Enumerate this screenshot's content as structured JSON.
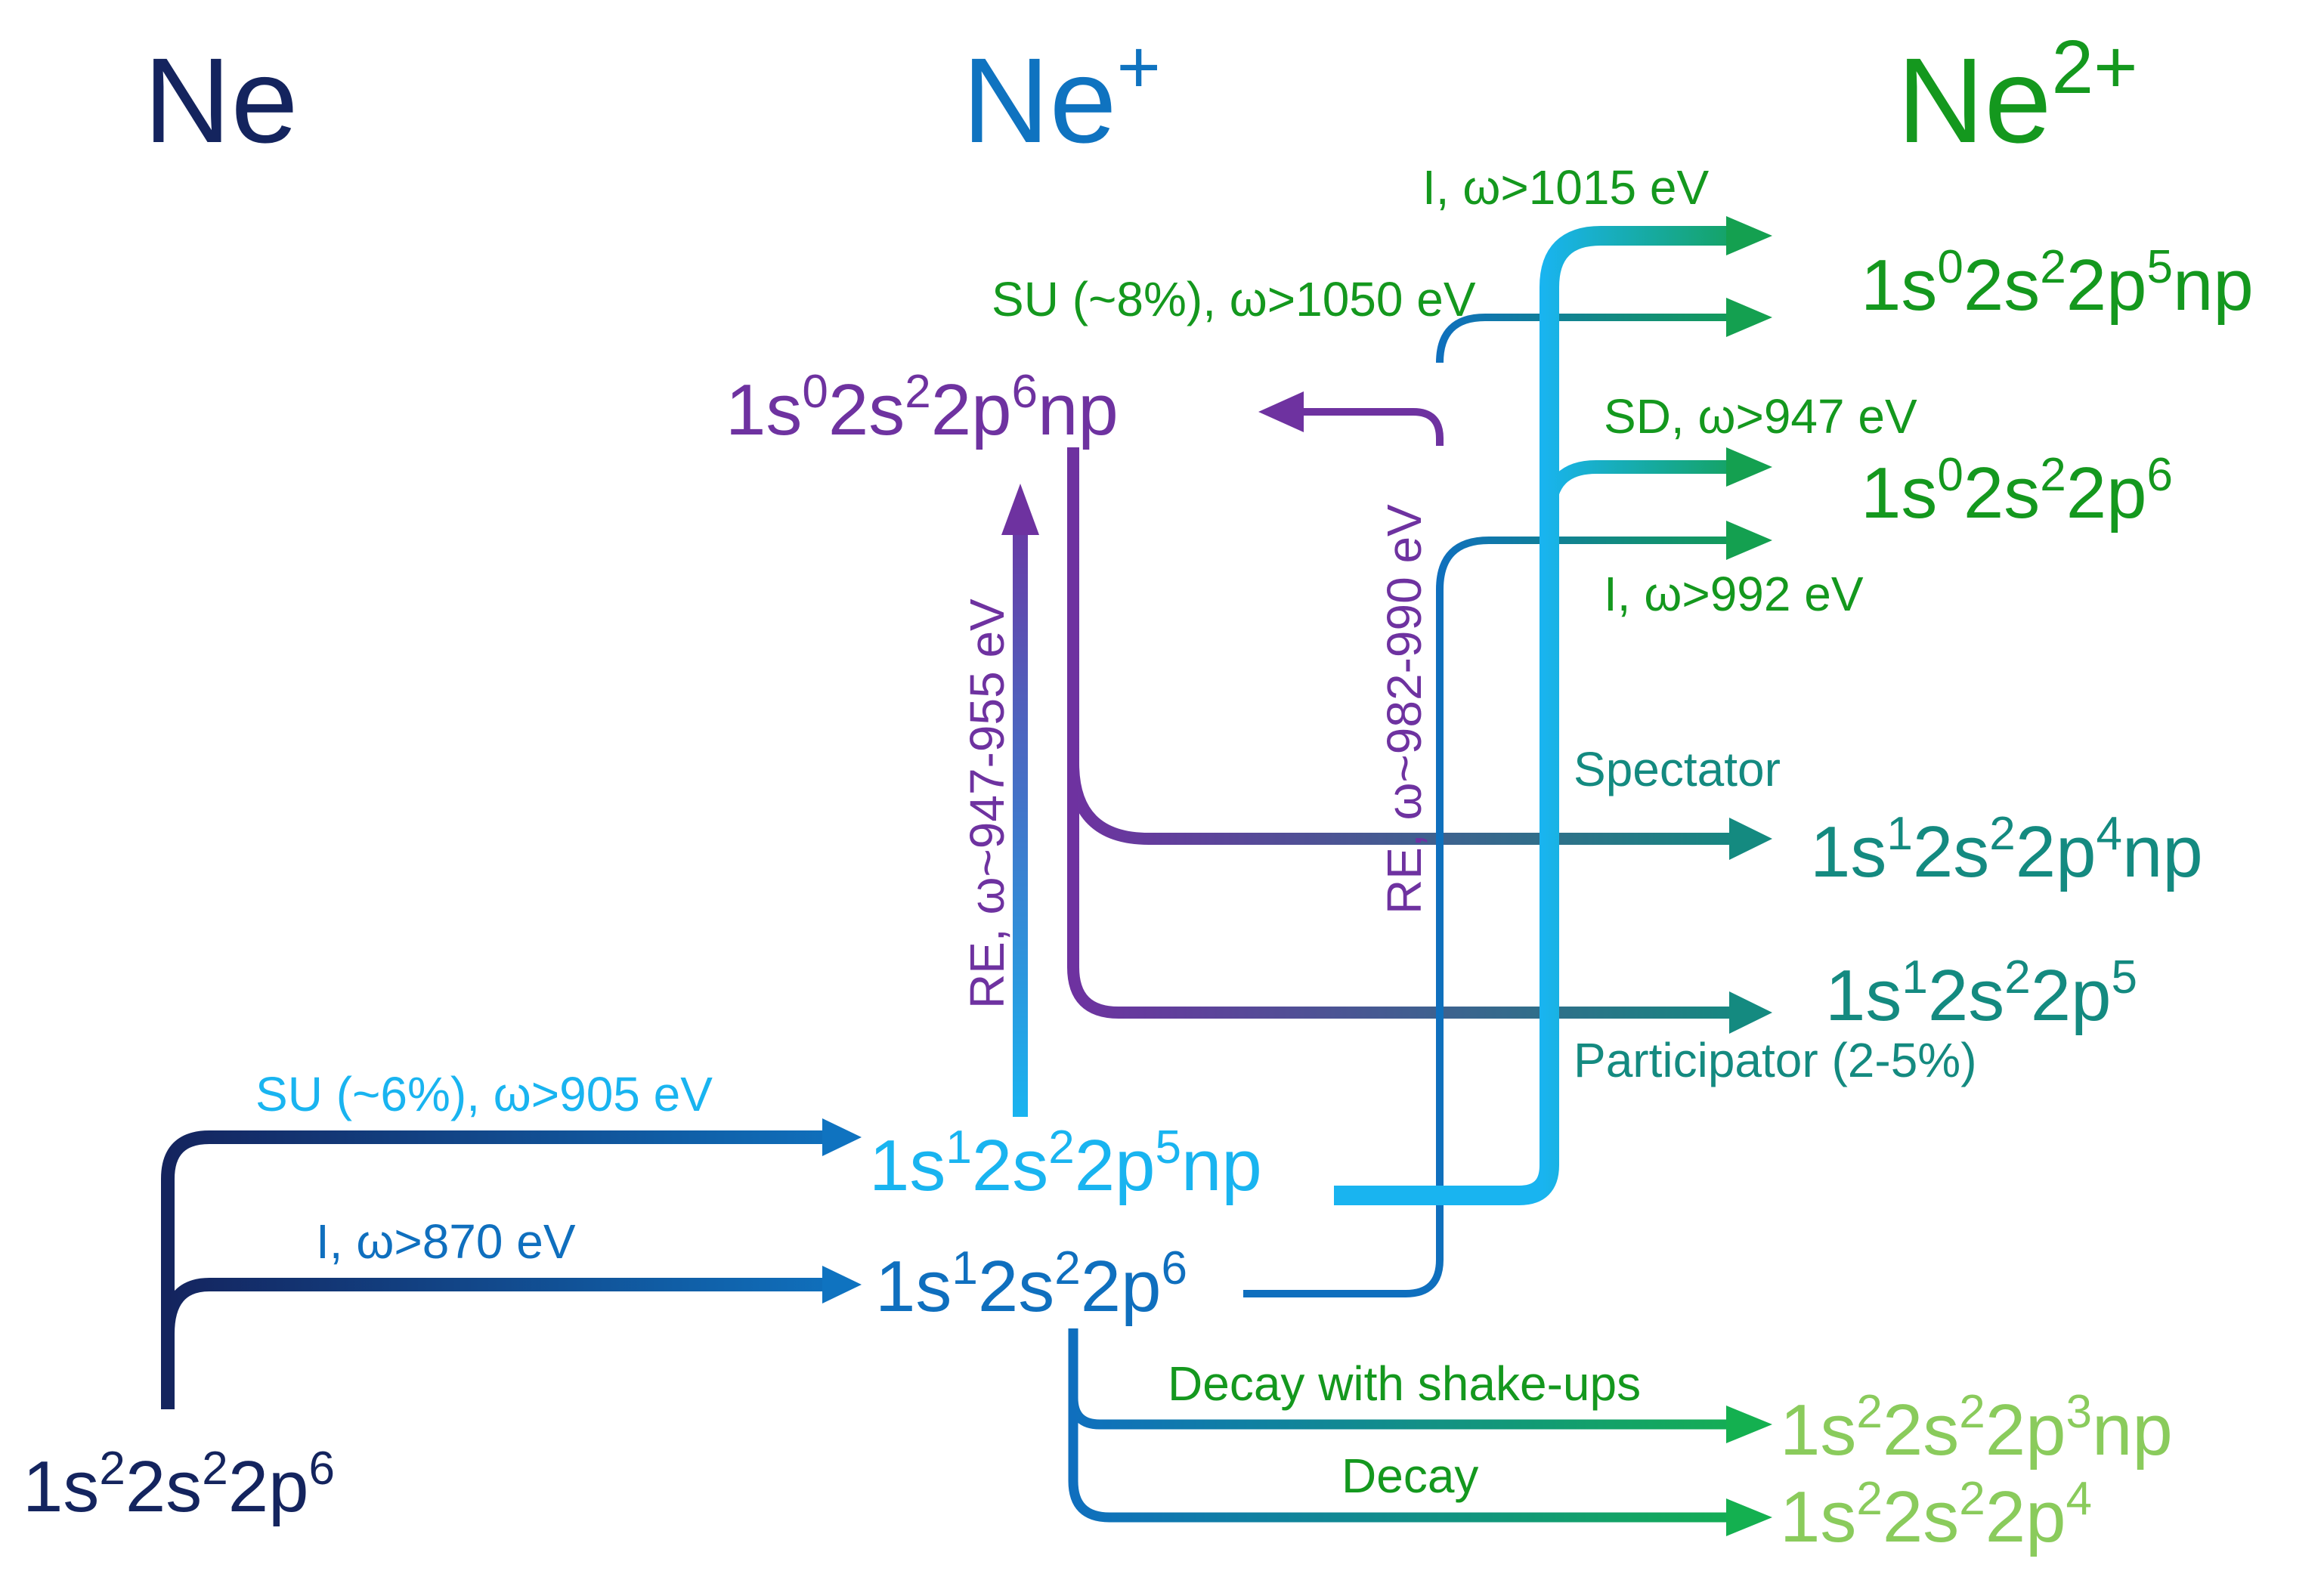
{
  "columns": {
    "ne": {
      "text": "Ne",
      "color": "#14245e"
    },
    "ne_plus": {
      "base": "Ne",
      "sup": "+",
      "color": "#0f73c0"
    },
    "ne_2plus": {
      "base": "Ne",
      "sup": "2+",
      "color": "#14981e"
    }
  },
  "states": {
    "ground": {
      "parts": [
        "1s",
        "2",
        "2s",
        "2",
        "2p",
        "6"
      ],
      "color": "#14245e"
    },
    "su_ne_plus": {
      "parts": [
        "1s",
        "1",
        "2s",
        "2",
        "2p",
        "5",
        "np"
      ],
      "color": "#19b4f0"
    },
    "ion_ne_plus": {
      "parts": [
        "1s",
        "1",
        "2s",
        "2",
        "2p",
        "6"
      ],
      "color": "#0f6fbe"
    },
    "re_ne_plus": {
      "parts": [
        "1s",
        "0",
        "2s",
        "2",
        "2p",
        "6",
        "np"
      ],
      "color": "#6e32a0"
    },
    "ne2_su": {
      "parts": [
        "1s",
        "0",
        "2s",
        "2",
        "2p",
        "5",
        "np"
      ],
      "color": "#14981e"
    },
    "ne2_dci": {
      "parts": [
        "1s",
        "0",
        "2s",
        "2",
        "2p",
        "6"
      ],
      "color": "#14981e"
    },
    "spectator": {
      "parts": [
        "1s",
        "1",
        "2s",
        "2",
        "2p",
        "4",
        "np"
      ],
      "color": "#148a80"
    },
    "participator": {
      "parts": [
        "1s",
        "1",
        "2s",
        "2",
        "2p",
        "5"
      ],
      "color": "#148a80"
    },
    "decay_su": {
      "parts": [
        "1s",
        "2",
        "2s",
        "2",
        "2p",
        "3",
        "np"
      ],
      "color": "#8acb5c"
    },
    "decay": {
      "parts": [
        "1s",
        "2",
        "2s",
        "2",
        "2p",
        "4"
      ],
      "color": "#8acb5c"
    }
  },
  "labels": {
    "su_6": {
      "text": "SU (~6%), ω>905 eV",
      "color": "#19b4f0"
    },
    "i_870": {
      "text": "I, ω>870 eV",
      "color": "#0f6fbe"
    },
    "re_947": {
      "text": "RE, ω~947-955 eV",
      "color": "#6e32a0"
    },
    "re_982": {
      "text": "RE, ω~982-990 eV",
      "color": "#6e32a0"
    },
    "i_1015": {
      "text": "I, ω>1015 eV",
      "color": "#14981e"
    },
    "su_8": {
      "text": "SU (~8%), ω>1050 eV",
      "color": "#14981e"
    },
    "sd_947": {
      "text": "SD, ω>947 eV",
      "color": "#14981e"
    },
    "i_992": {
      "text": "I, ω>992 eV",
      "color": "#14981e"
    },
    "spectator": {
      "text": "Spectator",
      "color": "#148a80"
    },
    "participator": {
      "text": "Participator (2-5%)",
      "color": "#148a80"
    },
    "decay_shakeups": {
      "text": "Decay with shake-ups",
      "color": "#14981e"
    },
    "decay": {
      "text": "Decay",
      "color": "#14981e"
    }
  }
}
